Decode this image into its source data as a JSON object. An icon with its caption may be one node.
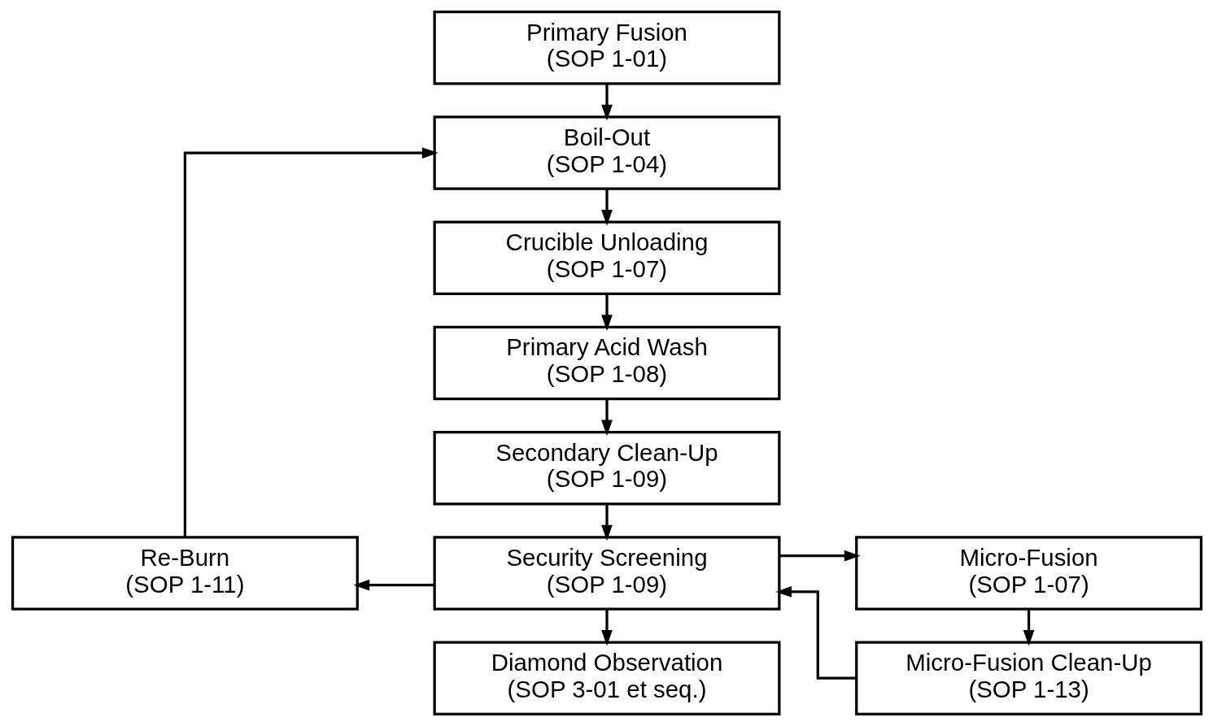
{
  "diagram": {
    "nodes": [
      {
        "text": [
          "Primary Fusion",
          "(SOP 1-01)"
        ]
      },
      {
        "text": [
          "Boil-Out",
          "(SOP 1-04)"
        ]
      },
      {
        "text": [
          "Crucible Unloading",
          "(SOP 1-07)"
        ]
      },
      {
        "text": [
          "Primary Acid Wash",
          "(SOP 1-08)"
        ]
      },
      {
        "text": [
          "Secondary Clean-Up",
          "(SOP 1-09)"
        ]
      },
      {
        "text": [
          "Re-Burn",
          "(SOP 1-11)"
        ]
      },
      {
        "text": [
          "Security Screening",
          "(SOP 1-09)"
        ]
      },
      {
        "text": [
          "Micro-Fusion",
          "(SOP 1-07)"
        ]
      },
      {
        "text": [
          "Diamond Observation",
          "(SOP 3-01 et seq.)"
        ]
      },
      {
        "text": [
          "Micro-Fusion Clean-Up",
          "(SOP 1-13)"
        ]
      }
    ],
    "edges": [
      {
        "from": 0,
        "to": 1,
        "arrow": "to"
      },
      {
        "from": 1,
        "to": 2,
        "arrow": "to"
      },
      {
        "from": 2,
        "to": 3,
        "arrow": "to"
      },
      {
        "from": 3,
        "to": 4,
        "arrow": "to"
      },
      {
        "from": 4,
        "to": 6,
        "arrow": "to"
      },
      {
        "from": 6,
        "to": 5,
        "arrow": "to"
      },
      {
        "from": 5,
        "to": 1,
        "arrow": "to"
      },
      {
        "from": 6,
        "to": 7,
        "arrow": "to"
      },
      {
        "from": 7,
        "to": 9,
        "arrow": "to"
      },
      {
        "from": 9,
        "to": 6,
        "arrow": "to"
      },
      {
        "from": 6,
        "to": 8,
        "arrow": "to"
      }
    ]
  }
}
